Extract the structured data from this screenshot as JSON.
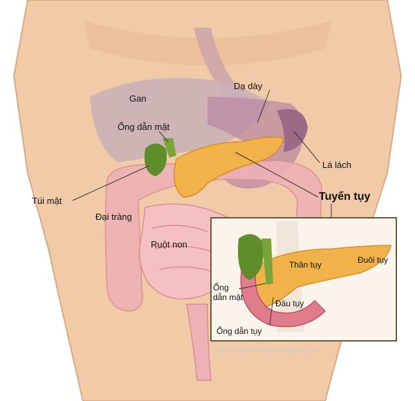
{
  "labels": {
    "gan": "Gan",
    "da_day": "Dạ dày",
    "ong_dan_mat": "Ống dẫn mật",
    "la_lach": "Lá lách",
    "tui_mat": "Túi mật",
    "tuyen_tuy": "Tuyến tụy",
    "dai_trang": "Đại tràng",
    "ruot_non": "Ruột non"
  },
  "inset": {
    "than_tuy": "Thân tụy",
    "duoi_tuy": "Đuôi tụy",
    "ong_dan_mat_line1": "Ống",
    "ong_dan_mat_line2": "dẫn mật",
    "dau_tuy": "Đầu tụy",
    "ong_dan_tuy": "Ống dẫn tụy"
  },
  "watermark": "ttps://benhvienphuongdong.vn",
  "colors": {
    "skin": "#f1cba8",
    "liver": "#c9b0b8",
    "stomach": "#b98aa0",
    "pancreas": "#f2b24a",
    "gallbladder": "#5f8d2a",
    "intestine": "#eeb1b5",
    "leader": "#333333",
    "inset_border": "#6a5a3a"
  }
}
